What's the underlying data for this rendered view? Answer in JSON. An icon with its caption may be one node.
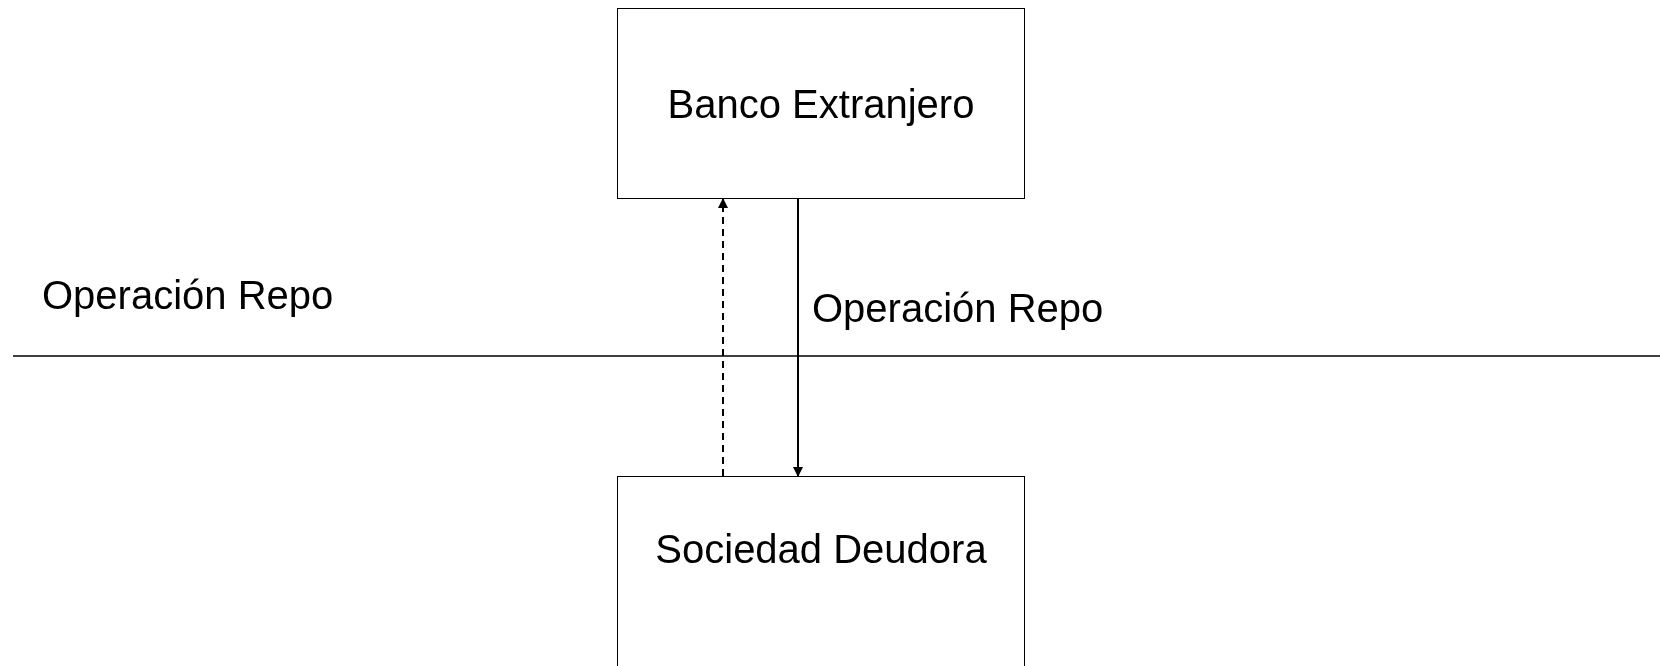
{
  "diagram": {
    "nodes": [
      {
        "text": [
          "Banco Extranjero"
        ]
      },
      {
        "text": [
          "Sociedad Deudora"
        ]
      }
    ],
    "edges": [
      {
        "from": 1,
        "to": 0,
        "arrow": "to",
        "style": "dashed"
      },
      {
        "from": 0,
        "to": 1,
        "arrow": "to",
        "label": "Operación Repo"
      }
    ],
    "labels": [
      "Operación Repo"
    ]
  }
}
